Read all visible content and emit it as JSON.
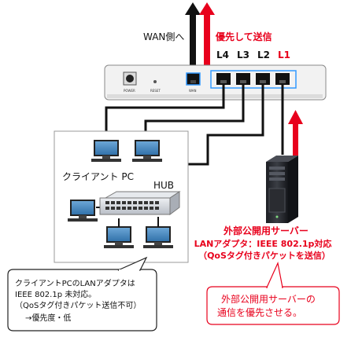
{
  "router": {
    "wan_direction_label": "WAN側へ",
    "priority_send_label": "優先して送信",
    "ports": [
      "L4",
      "L3",
      "L2",
      "L1"
    ],
    "power_label": "POWER",
    "reset_label": "RESET",
    "wan_port_label": "WAN"
  },
  "client_group": {
    "client_pc_label": "クライアント PC",
    "hub_label": "HUB"
  },
  "server": {
    "title": "外部公開用サーバー",
    "adapter_line": "LANアダプタ：IEEE 802.1p対応",
    "qos_line": "（QoSタグ付きパケットを送信）"
  },
  "callout_client": {
    "lines": [
      "クライアントPCのLANアダプタは",
      "IEEE 802.1p 未対応。",
      "（QoSタグ付きパケット送信不可）",
      "→優先度・低"
    ]
  },
  "callout_server": {
    "lines": [
      "外部公開用サーバーの",
      "通信を優先させる。"
    ]
  },
  "colors": {
    "accent_red": "#e8001c",
    "port_ring": "#3399ff",
    "router_body": "#f2f2f2",
    "hub_body": "#d4d8de"
  }
}
